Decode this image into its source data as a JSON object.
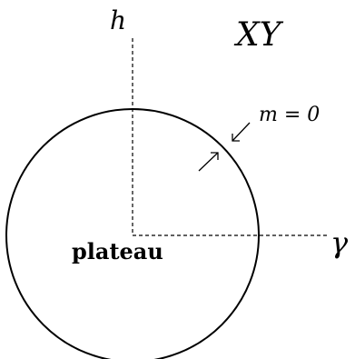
{
  "diagram": {
    "phase_label": "XY",
    "axis_vertical_label": "h",
    "axis_horizontal_label": "γ",
    "boundary_label": "m = 0",
    "region_label": "plateau"
  },
  "colors": {
    "ink": "#000000",
    "background": "#ffffff"
  }
}
